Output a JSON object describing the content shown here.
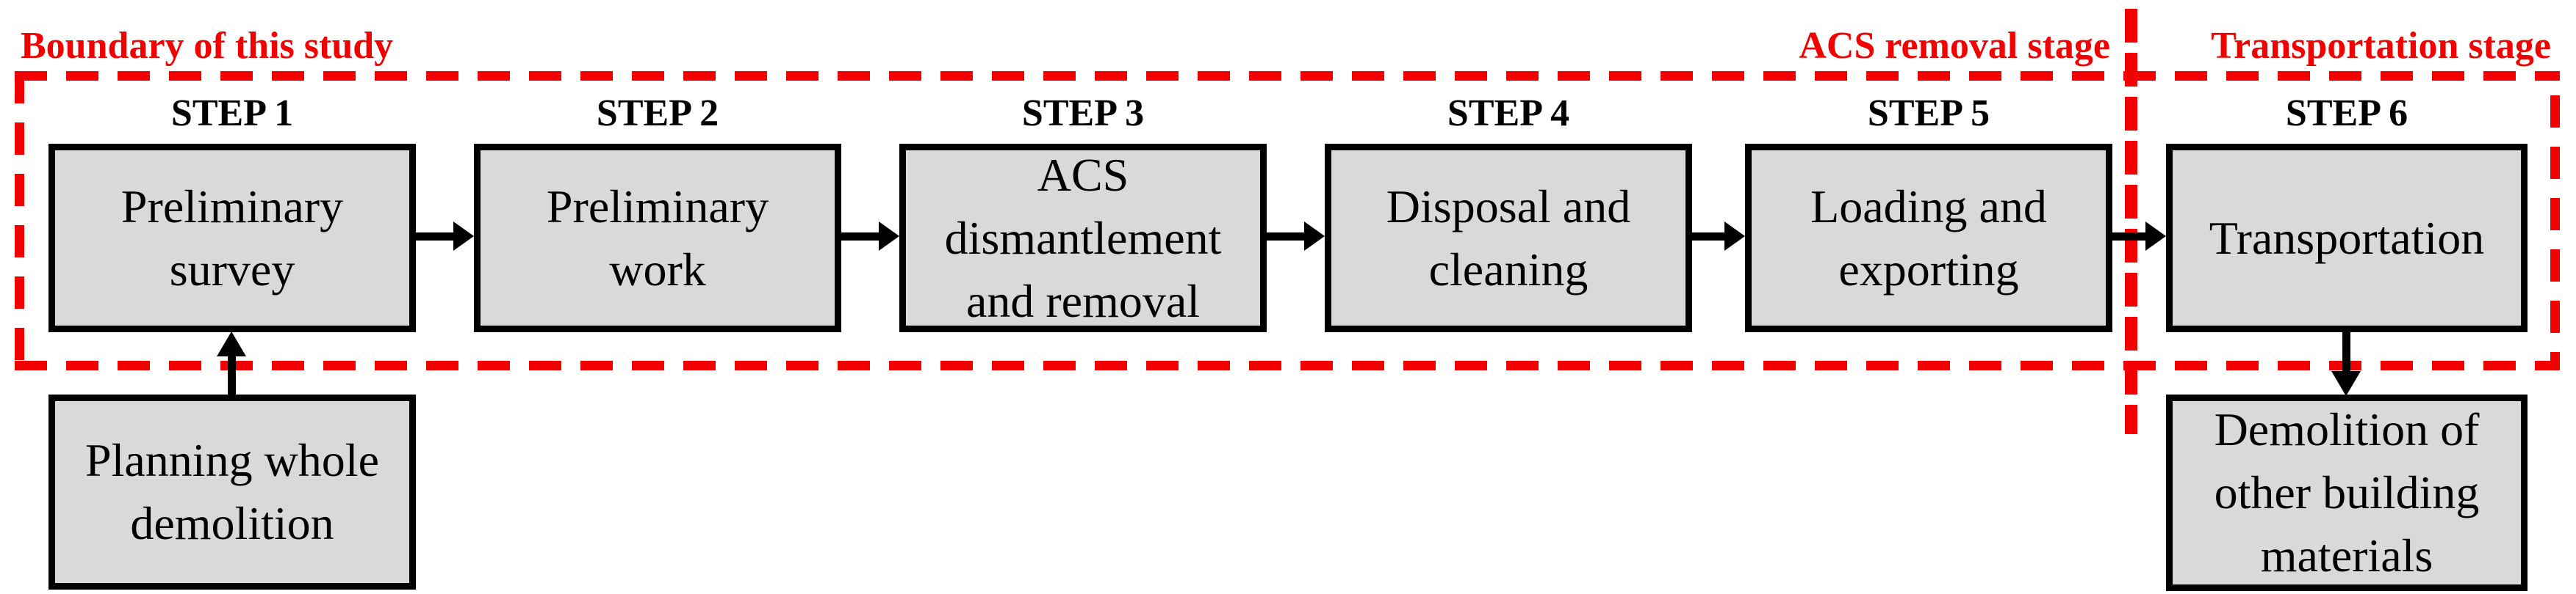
{
  "figure": {
    "boundary_label": "Boundary of this study",
    "acs_stage_label": "ACS removal stage",
    "transport_stage_label": "Transportation stage",
    "colors": {
      "boundary_red": "#f20000",
      "box_fill": "#d9d9d9",
      "box_border": "#000000"
    },
    "steps": [
      {
        "step": "STEP 1",
        "box": "Preliminary\nsurvey"
      },
      {
        "step": "STEP 2",
        "box": "Preliminary\nwork"
      },
      {
        "step": "STEP 3",
        "box": "ACS\ndismantlement\nand removal"
      },
      {
        "step": "STEP 4",
        "box": "Disposal and\ncleaning"
      },
      {
        "step": "STEP 5",
        "box": "Loading and\nexporting"
      },
      {
        "step": "STEP 6",
        "box": "Transportation"
      }
    ],
    "planning_box": "Planning whole\ndemolition",
    "demolition_box": "Demolition of\nother building\nmaterials"
  }
}
